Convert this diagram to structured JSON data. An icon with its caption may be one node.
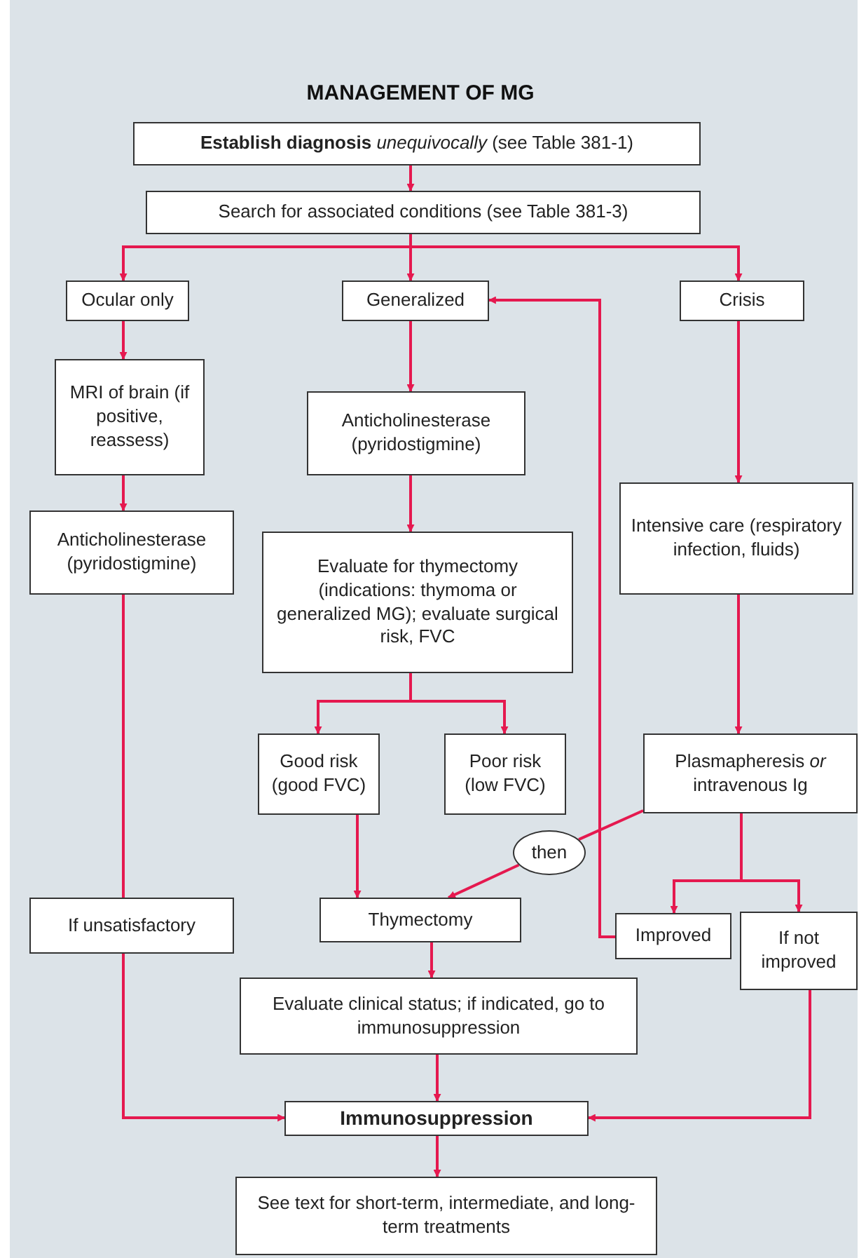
{
  "diagram": {
    "title": "MANAGEMENT OF MG",
    "nodes": [
      {
        "text": [
          "**Establish diagnosis** *unequivocally* (see Table 381-1)"
        ]
      },
      {
        "text": [
          "Search for associated conditions (see Table 381-3)"
        ]
      },
      {
        "text": [
          "Ocular only"
        ]
      },
      {
        "text": [
          "Generalized"
        ]
      },
      {
        "text": [
          "Crisis"
        ]
      },
      {
        "text": [
          "MRI of brain (if positive, reassess)"
        ]
      },
      {
        "text": [
          "Anticholinesterase (pyridostigmine)"
        ]
      },
      {
        "text": [
          "Anticholinesterase (pyridostigmine)"
        ]
      },
      {
        "text": [
          "Evaluate for thymectomy (indications: thymoma or generalized MG); evaluate surgical risk, FVC"
        ]
      },
      {
        "text": [
          "Intensive care (respiratory infection, fluids)"
        ]
      },
      {
        "text": [
          "Good risk (good FVC)"
        ]
      },
      {
        "text": [
          "Poor risk (low FVC)"
        ]
      },
      {
        "text": [
          "Plasmapheresis *or* intravenous Ig"
        ]
      },
      {
        "text": [
          "then"
        ]
      },
      {
        "text": [
          "If unsatisfactory"
        ]
      },
      {
        "text": [
          "Thymectomy"
        ]
      },
      {
        "text": [
          "Improved"
        ]
      },
      {
        "text": [
          "If not improved"
        ]
      },
      {
        "text": [
          "Evaluate clinical status; if indicated, go to immunosuppression"
        ]
      },
      {
        "text": [
          "Immunosuppression"
        ]
      },
      {
        "text": [
          "See text for short-term, intermediate, and long-term treatments"
        ]
      }
    ],
    "edges": [
      {
        "from": 0,
        "to": 1,
        "arrow": "to"
      },
      {
        "from": 1,
        "to": 2,
        "arrow": "to"
      },
      {
        "from": 1,
        "to": 3,
        "arrow": "to"
      },
      {
        "from": 1,
        "to": 4,
        "arrow": "to"
      },
      {
        "from": 2,
        "to": 5,
        "arrow": "to"
      },
      {
        "from": 5,
        "to": 7,
        "arrow": "to"
      },
      {
        "from": 3,
        "to": 6,
        "arrow": "to"
      },
      {
        "from": 6,
        "to": 8,
        "arrow": "to"
      },
      {
        "from": 8,
        "to": 10,
        "arrow": "to"
      },
      {
        "from": 8,
        "to": 11,
        "arrow": "to"
      },
      {
        "from": 10,
        "to": 15,
        "arrow": "to"
      },
      {
        "from": 4,
        "to": 9,
        "arrow": "to"
      },
      {
        "from": 9,
        "to": 12,
        "arrow": "to"
      },
      {
        "from": 12,
        "to": 13,
        "arrow": "none"
      },
      {
        "from": 13,
        "to": 15,
        "arrow": "to"
      },
      {
        "from": 12,
        "to": 16,
        "arrow": "to"
      },
      {
        "from": 12,
        "to": 17,
        "arrow": "to"
      },
      {
        "from": 16,
        "to": 3,
        "arrow": "to"
      },
      {
        "from": 7,
        "to": 14,
        "arrow": "none"
      },
      {
        "from": 14,
        "to": 19,
        "arrow": "to"
      },
      {
        "from": 15,
        "to": 18,
        "arrow": "to"
      },
      {
        "from": 18,
        "to": 19,
        "arrow": "to"
      },
      {
        "from": 17,
        "to": 19,
        "arrow": "to"
      },
      {
        "from": 19,
        "to": 20,
        "arrow": "to"
      }
    ]
  }
}
